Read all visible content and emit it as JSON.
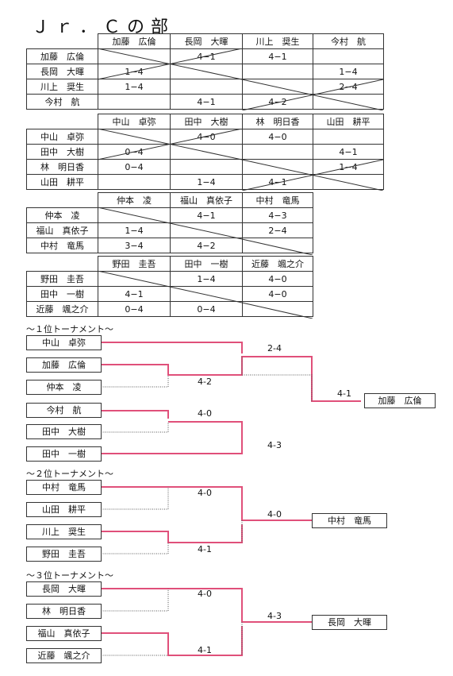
{
  "title": "Ｊｒ．Ｃの部",
  "leagues": [
    {
      "players": [
        "加藤　広倫",
        "長岡　大暉",
        "川上　奨生",
        "今村　航"
      ],
      "scores": [
        [
          "",
          "4−1",
          "4−1",
          ""
        ],
        [
          "1−4",
          "",
          "",
          "1−4"
        ],
        [
          "1−4",
          "",
          "",
          "2−4"
        ],
        [
          "",
          "4−1",
          "4−2",
          ""
        ]
      ]
    },
    {
      "players": [
        "中山　卓弥",
        "田中　大樹",
        "林　明日香",
        "山田　耕平"
      ],
      "scores": [
        [
          "",
          "4−0",
          "4−0",
          ""
        ],
        [
          "0−4",
          "",
          "",
          "4−1"
        ],
        [
          "0−4",
          "",
          "",
          "1−4"
        ],
        [
          "",
          "1−4",
          "4−1",
          ""
        ]
      ]
    },
    {
      "players": [
        "仲本　凌",
        "福山　真依子",
        "中村　竜馬"
      ],
      "scores": [
        [
          "",
          "4−1",
          "4−3"
        ],
        [
          "1−4",
          "",
          "2−4"
        ],
        [
          "3−4",
          "4−2",
          ""
        ]
      ]
    },
    {
      "players": [
        "野田　圭吾",
        "田中　一樹",
        "近藤　颯之介"
      ],
      "scores": [
        [
          "",
          "1−4",
          "4−0"
        ],
        [
          "4−1",
          "",
          "4−0"
        ],
        [
          "0−4",
          "0−4",
          ""
        ]
      ]
    }
  ],
  "tournaments": [
    {
      "title": "〜１位トーナメント〜",
      "players": [
        "中山　卓弥",
        "加藤　広倫",
        "仲本　凌",
        "今村　航",
        "田中　大樹",
        "田中　一樹"
      ],
      "scores": [
        "2-4",
        "4-2",
        "4-0",
        "4-3",
        "4-1"
      ],
      "winner": "加藤　広倫"
    },
    {
      "title": "〜２位トーナメント〜",
      "players": [
        "中村　竜馬",
        "山田　耕平",
        "川上　奨生",
        "野田　圭吾"
      ],
      "scores": [
        "4-0",
        "4-1",
        "4-0"
      ],
      "winner": "中村　竜馬"
    },
    {
      "title": "〜３位トーナメント〜",
      "players": [
        "長岡　大暉",
        "林　明日香",
        "福山　真依子",
        "近藤　颯之介"
      ],
      "scores": [
        "4-0",
        "4-1",
        "4-3"
      ],
      "winner": "長岡　大暉"
    }
  ]
}
